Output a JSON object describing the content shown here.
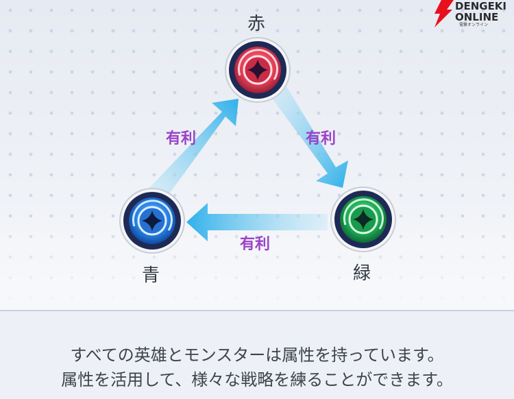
{
  "attributes": {
    "red": {
      "label": "赤",
      "color": "#e04a5c"
    },
    "green": {
      "label": "緑",
      "color": "#2aa65a"
    },
    "blue": {
      "label": "青",
      "color": "#2a7fe0"
    }
  },
  "advantage_label": "有利",
  "arrows": {
    "color": "#3fb6e8"
  },
  "logo": {
    "line1": "DENGEKI",
    "line2": "ONLINE",
    "line3": "電撃オンライン",
    "accent": "#e8101e"
  },
  "description": {
    "line1": "すべての英雄とモンスターは属性を持っています。",
    "line2": "属性を活用して、様々な戦略を練ることができます。"
  }
}
